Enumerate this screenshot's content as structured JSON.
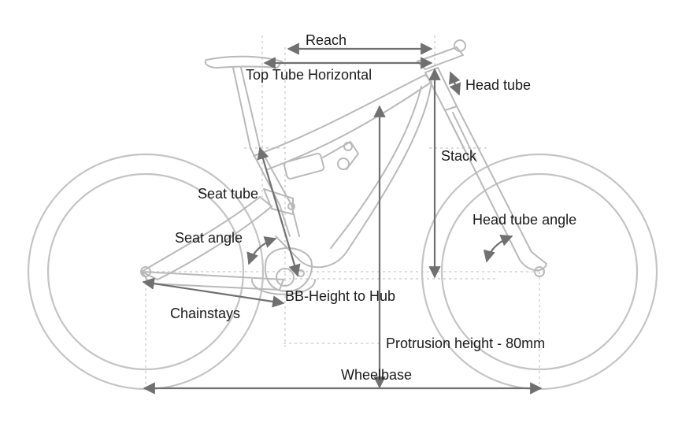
{
  "labels": {
    "reach": "Reach",
    "top_tube_horizontal": "Top Tube Horizontal",
    "head_tube": "Head tube",
    "stack": "Stack",
    "seat_tube": "Seat tube",
    "head_tube_angle": "Head tube angle",
    "seat_angle": "Seat angle",
    "bb_height_to_hub": "BB-Height to Hub",
    "chainstays": "Chainstays",
    "protrusion_height": "Protrusion height - 80mm",
    "wheelbase": "Wheelbase"
  },
  "colors": {
    "frame_outline": "#b9b9b9",
    "dimension_arrow": "#707070",
    "guide_line": "#c8c8c8",
    "text": "#1a1a1a"
  }
}
